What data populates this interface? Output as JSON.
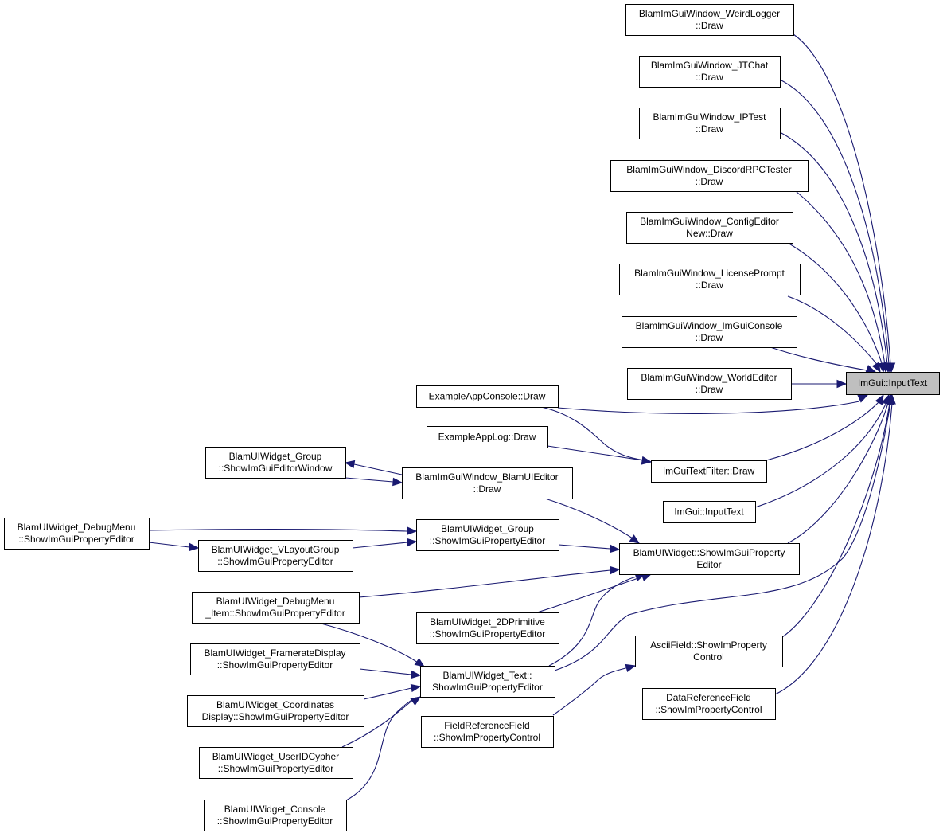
{
  "colors": {
    "edge": "#191970",
    "node_fill": "#ffffff",
    "root_fill": "#bfbfbf",
    "border": "#000000"
  },
  "nodes": [
    {
      "id": "root",
      "lines": [
        "ImGui::InputText"
      ],
      "root": true
    },
    {
      "id": "weirdlogger",
      "lines": [
        "BlamImGuiWindow_WeirdLogger",
        "::Draw"
      ]
    },
    {
      "id": "jtchat",
      "lines": [
        "BlamImGuiWindow_JTChat",
        "::Draw"
      ]
    },
    {
      "id": "iptest",
      "lines": [
        "BlamImGuiWindow_IPTest",
        "::Draw"
      ]
    },
    {
      "id": "discord",
      "lines": [
        "BlamImGuiWindow_DiscordRPCTester",
        "::Draw"
      ]
    },
    {
      "id": "configeditor",
      "lines": [
        "BlamImGuiWindow_ConfigEditor",
        "New::Draw"
      ]
    },
    {
      "id": "license",
      "lines": [
        "BlamImGuiWindow_LicensePrompt",
        "::Draw"
      ]
    },
    {
      "id": "imguiconsole",
      "lines": [
        "BlamImGuiWindow_ImGuiConsole",
        "::Draw"
      ]
    },
    {
      "id": "worldeditor",
      "lines": [
        "BlamImGuiWindow_WorldEditor",
        "::Draw"
      ]
    },
    {
      "id": "exampleconsole",
      "lines": [
        "ExampleAppConsole::Draw"
      ]
    },
    {
      "id": "examplelog",
      "lines": [
        "ExampleAppLog::Draw"
      ]
    },
    {
      "id": "textfilter",
      "lines": [
        "ImGuiTextFilter::Draw"
      ]
    },
    {
      "id": "inputtext2",
      "lines": [
        "ImGui::InputText"
      ]
    },
    {
      "id": "group_editorwindow",
      "lines": [
        "BlamUIWidget_Group",
        "::ShowImGuiEditorWindow"
      ]
    },
    {
      "id": "blamuieditor",
      "lines": [
        "BlamImGuiWindow_BlamUIEditor",
        "::Draw"
      ]
    },
    {
      "id": "debugmenu",
      "lines": [
        "BlamUIWidget_DebugMenu",
        "::ShowImGuiPropertyEditor"
      ]
    },
    {
      "id": "vlayoutgroup",
      "lines": [
        "BlamUIWidget_VLayoutGroup",
        "::ShowImGuiPropertyEditor"
      ]
    },
    {
      "id": "group_prop",
      "lines": [
        "BlamUIWidget_Group",
        "::ShowImGuiPropertyEditor"
      ]
    },
    {
      "id": "uiwidget_prop",
      "lines": [
        "BlamUIWidget::ShowImGuiProperty",
        "Editor"
      ]
    },
    {
      "id": "debugmenu_item",
      "lines": [
        "BlamUIWidget_DebugMenu",
        "_Item::ShowImGuiPropertyEditor"
      ]
    },
    {
      "id": "primitive2d",
      "lines": [
        "BlamUIWidget_2DPrimitive",
        "::ShowImGuiPropertyEditor"
      ]
    },
    {
      "id": "framerate",
      "lines": [
        "BlamUIWidget_FramerateDisplay",
        "::ShowImGuiPropertyEditor"
      ]
    },
    {
      "id": "text_prop",
      "lines": [
        "BlamUIWidget_Text::",
        "ShowImGuiPropertyEditor"
      ]
    },
    {
      "id": "coordinates",
      "lines": [
        "BlamUIWidget_Coordinates",
        "Display::ShowImGuiPropertyEditor"
      ]
    },
    {
      "id": "useridcypher",
      "lines": [
        "BlamUIWidget_UserIDCypher",
        "::ShowImGuiPropertyEditor"
      ]
    },
    {
      "id": "console_prop",
      "lines": [
        "BlamUIWidget_Console",
        "::ShowImGuiPropertyEditor"
      ]
    },
    {
      "id": "asciifield",
      "lines": [
        "AsciiField::ShowImProperty",
        "Control"
      ]
    },
    {
      "id": "datareference",
      "lines": [
        "DataReferenceField",
        "::ShowImPropertyControl"
      ]
    },
    {
      "id": "fieldreference",
      "lines": [
        "FieldReferenceField",
        "::ShowImPropertyControl"
      ]
    }
  ],
  "edges": [
    {
      "from": "weirdlogger",
      "to": "root"
    },
    {
      "from": "jtchat",
      "to": "root"
    },
    {
      "from": "iptest",
      "to": "root"
    },
    {
      "from": "discord",
      "to": "root"
    },
    {
      "from": "configeditor",
      "to": "root"
    },
    {
      "from": "license",
      "to": "root"
    },
    {
      "from": "imguiconsole",
      "to": "root"
    },
    {
      "from": "worldeditor",
      "to": "root"
    },
    {
      "from": "exampleconsole",
      "to": "root"
    },
    {
      "from": "exampleconsole",
      "to": "textfilter"
    },
    {
      "from": "examplelog",
      "to": "textfilter"
    },
    {
      "from": "textfilter",
      "to": "root"
    },
    {
      "from": "inputtext2",
      "to": "root"
    },
    {
      "from": "blamuieditor",
      "to": "group_editorwindow"
    },
    {
      "from": "group_editorwindow",
      "to": "blamuieditor"
    },
    {
      "from": "blamuieditor",
      "to": "uiwidget_prop"
    },
    {
      "from": "debugmenu",
      "to": "group_prop"
    },
    {
      "from": "debugmenu",
      "to": "vlayoutgroup"
    },
    {
      "from": "vlayoutgroup",
      "to": "group_prop"
    },
    {
      "from": "group_prop",
      "to": "uiwidget_prop"
    },
    {
      "from": "debugmenu_item",
      "to": "uiwidget_prop"
    },
    {
      "from": "debugmenu_item",
      "to": "text_prop"
    },
    {
      "from": "primitive2d",
      "to": "uiwidget_prop"
    },
    {
      "from": "framerate",
      "to": "text_prop"
    },
    {
      "from": "coordinates",
      "to": "text_prop"
    },
    {
      "from": "useridcypher",
      "to": "text_prop"
    },
    {
      "from": "console_prop",
      "to": "text_prop"
    },
    {
      "from": "text_prop",
      "to": "uiwidget_prop"
    },
    {
      "from": "text_prop",
      "to": "root"
    },
    {
      "from": "uiwidget_prop",
      "to": "root"
    },
    {
      "from": "asciifield",
      "to": "root"
    },
    {
      "from": "datareference",
      "to": "root"
    },
    {
      "from": "fieldreference",
      "to": "asciifield"
    }
  ]
}
